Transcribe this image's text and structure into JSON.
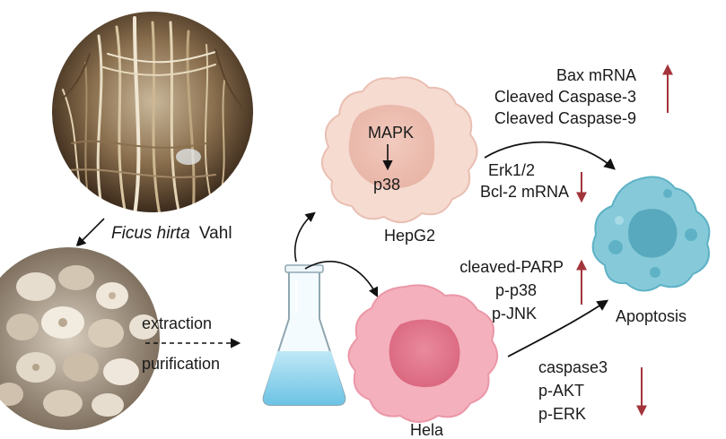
{
  "source": {
    "genus": "Ficus hirta",
    "author": "Vahl"
  },
  "process": {
    "step1": "extraction",
    "step2": "purification"
  },
  "cells": {
    "hepg2": {
      "name": "HepG2",
      "pathway_top": "MAPK",
      "pathway_bottom": "p38"
    },
    "hela": {
      "name": "Hela"
    }
  },
  "hepg2_effects": {
    "up": [
      "Bax mRNA",
      "Cleaved Caspase-3",
      "Cleaved Caspase-9"
    ],
    "down": [
      "Erk1/2",
      "Bcl-2 mRNA"
    ]
  },
  "hela_effects": {
    "up": [
      "cleaved-PARP",
      "p-p38",
      "p-JNK"
    ],
    "down": [
      "caspase3",
      "p-AKT",
      "p-ERK"
    ]
  },
  "outcome": "Apoptosis",
  "colors": {
    "arrow_up_down": "#a3343b",
    "hepg2_cell": "#f6d9cf",
    "hela_cell": "#f2aab8",
    "apoptotic_cell": "#7cc6d6",
    "flask_liquid": "#8fd3ec"
  }
}
